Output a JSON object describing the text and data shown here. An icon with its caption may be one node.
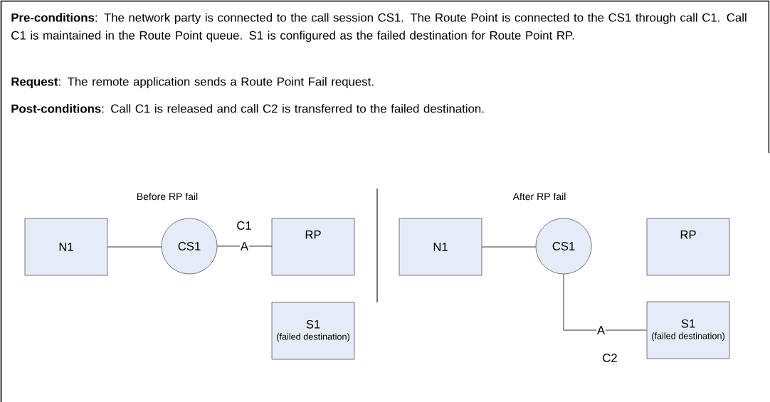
{
  "diagram": {
    "nodes": [
      {
        "text": [
          "N1"
        ]
      },
      {
        "text": [
          "CS1"
        ]
      },
      {
        "text": [
          "RP"
        ]
      },
      {
        "text": [
          "S1",
          "(failed destination)"
        ]
      },
      {
        "text": [
          "N1"
        ]
      },
      {
        "text": [
          "CS1"
        ]
      },
      {
        "text": [
          "RP"
        ]
      },
      {
        "text": [
          "S1",
          "(failed destination)"
        ]
      }
    ],
    "edges": [
      {
        "from": 0,
        "to": 1,
        "arrow": "none"
      },
      {
        "from": 1,
        "to": 2,
        "arrow": "none",
        "label": "A"
      },
      {
        "from": 4,
        "to": 5,
        "arrow": "none"
      },
      {
        "from": 5,
        "to": 7,
        "arrow": "none",
        "label": "A"
      }
    ],
    "labels": [
      "**Pre-conditions**:  The network party is connected to the call session CS1.  The Route Point is connected to the CS1 through call C1.  Call C1 is maintained in the Route Point queue.  S1 is configured as the failed destination for Route Point RP.",
      "**Request**:  The remote application sends a Route Point Fail request.",
      "**Post-conditions**:  Call C1 is released and call C2 is transferred to the failed destination.",
      "Before RP fail",
      "After RP fail",
      "C1",
      "C2"
    ]
  }
}
